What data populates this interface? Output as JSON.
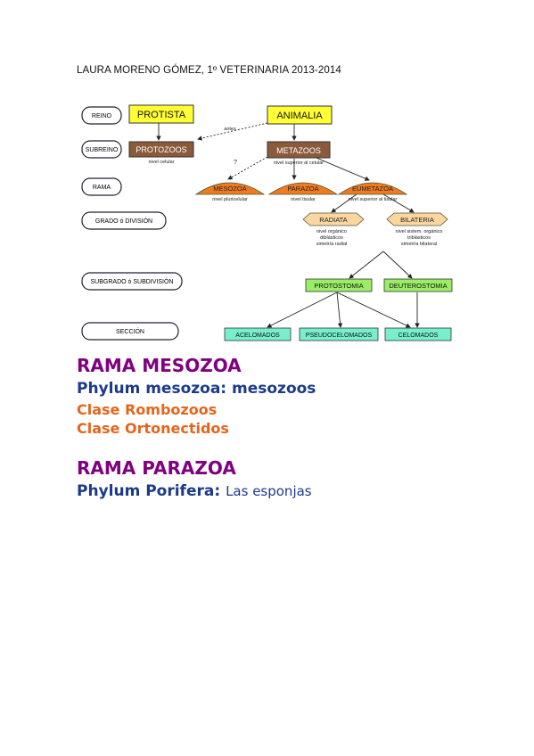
{
  "header": {
    "text": "LAURA MORENO GÓMEZ, 1º VETERINARIA 2013-2014"
  },
  "colors": {
    "purple": "#800080",
    "navy": "#1c3a8c",
    "orange": "#e8641a",
    "yellow_box": "#ffff33",
    "brown_box": "#8a5a3a",
    "orange_dome": "#ee7a22",
    "light_orange": "#fbd6a0",
    "green_box": "#99ee66",
    "teal_box": "#77eecc"
  },
  "diagram": {
    "levels": [
      "REINO",
      "SUBREINO",
      "RAMA",
      "GRADO ó DIVISIÓN",
      "SUBGRADO ó SUBDIVISIÓN",
      "SECCIÓN"
    ],
    "nodes": {
      "protista": "PROTISTA",
      "animalia": "ANIMALIA",
      "protozoos": "PROTOZOOS",
      "protozoos_sub": "nivel celular",
      "metazoos": "METAZOOS",
      "metazoos_sub": "nivel superior al celular",
      "mesozoa": "MESOZOA",
      "mesozoa_sub": "nivel pluricelular",
      "parazoa": "PARAZOA",
      "parazoa_sub": "nivel tisular",
      "eumetazoa": "EUMETAZOA",
      "eumetazoa_sub": "nivel superior al tisular",
      "radiata": "RADIATA",
      "radiata_sub": [
        "nivel orgánico",
        "diblásticos",
        "simetría radial"
      ],
      "bilateria": "BILATERIA",
      "bilateria_sub": [
        "nivel sistem. orgánico",
        "triblásticos",
        "simetría bilateral"
      ],
      "protostomia": "PROTOSTOMIA",
      "deuterostomia": "DEUTEROSTOMIA",
      "acelomados": "ACELOMADOS",
      "pseudocelomados": "PSEUDOCELOMADOS",
      "celomados": "CELOMADOS"
    },
    "edge_labels": {
      "antes": "antes",
      "question": "?"
    }
  },
  "content": {
    "rama_mesozoa": "RAMA MESOZOA",
    "phylum_mesozoa": "Phylum mesozoa: mesozoos",
    "clase_rombozoos": "Clase Rombozoos",
    "clase_ortonectidos": "Clase Ortonectidos",
    "rama_parazoa": "RAMA PARAZOA",
    "phylum_porifera": "Phylum Porifera:",
    "porifera_desc": "Las esponjas"
  }
}
